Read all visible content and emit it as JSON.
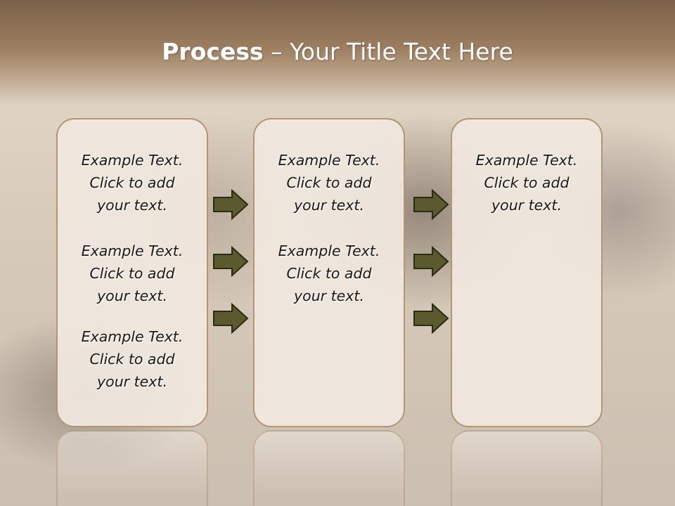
{
  "title": {
    "bold": "Process",
    "rest": "– Your Title Text Here"
  },
  "colors": {
    "arrow_fill": "#5b5a2e",
    "arrow_stroke": "#2b2a12",
    "card_border": "#b39574",
    "title_band": "#8f735a"
  },
  "icons": {
    "arrow": "right-arrow-icon"
  },
  "columns": [
    {
      "blocks": [
        {
          "line1": "Example Text.",
          "line2": "Click  to add",
          "line3": "your text."
        },
        {
          "line1": "Example Text.",
          "line2": "Click  to add",
          "line3": "your text."
        },
        {
          "line1": "Example Text.",
          "line2": "Click  to add",
          "line3": "your text."
        }
      ]
    },
    {
      "blocks": [
        {
          "line1": "Example Text.",
          "line2": "Click  to add",
          "line3": "your text."
        },
        {
          "line1": "Example Text.",
          "line2": "Click  to add",
          "line3": "your text."
        }
      ]
    },
    {
      "blocks": [
        {
          "line1": "Example Text.",
          "line2": "Click  to add",
          "line3": "your text."
        }
      ]
    }
  ]
}
